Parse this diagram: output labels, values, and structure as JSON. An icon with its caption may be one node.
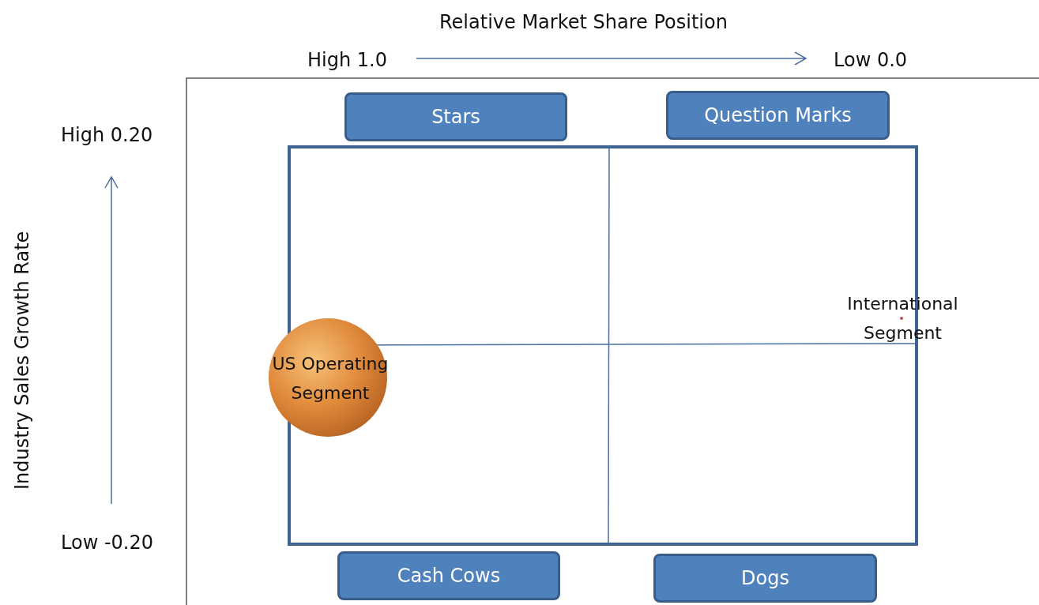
{
  "diagram": {
    "nodes": [
      {
        "text": [
          "Stars"
        ]
      },
      {
        "text": [
          "Question Marks"
        ]
      },
      {
        "text": [],
        "shape": "box"
      },
      {
        "text": [
          "US Operating Segment"
        ]
      },
      {
        "text": [
          "International Segment"
        ]
      },
      {
        "text": [
          "Cash Cows"
        ]
      },
      {
        "text": [
          "Dogs"
        ]
      }
    ],
    "edges": [],
    "labels": [
      "Relative Market Share Position",
      "High 1.0",
      "Low 0.0",
      "Industry Sales Growth Rate",
      "High 0.20",
      "Low -0.20"
    ]
  }
}
